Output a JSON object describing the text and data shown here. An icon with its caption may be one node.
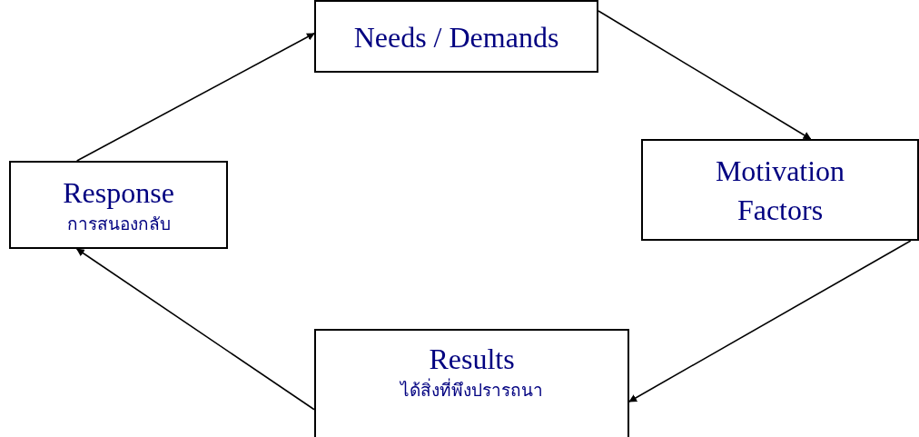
{
  "diagram": {
    "nodes": [
      {
        "text": [
          "Needs / Demands"
        ]
      },
      {
        "text": [
          "Motivation Factors"
        ]
      },
      {
        "text": [
          "Results",
          "ได้สิ่งที่พึงปรารถนา"
        ]
      },
      {
        "text": [
          "Response",
          "การสนองกลับ"
        ]
      }
    ],
    "edges": [
      {
        "from": 3,
        "to": 0,
        "arrow": "to"
      },
      {
        "from": 0,
        "to": 1,
        "arrow": "to"
      },
      {
        "from": 1,
        "to": 2,
        "arrow": "to"
      },
      {
        "from": 2,
        "to": 3,
        "arrow": "to"
      }
    ]
  }
}
